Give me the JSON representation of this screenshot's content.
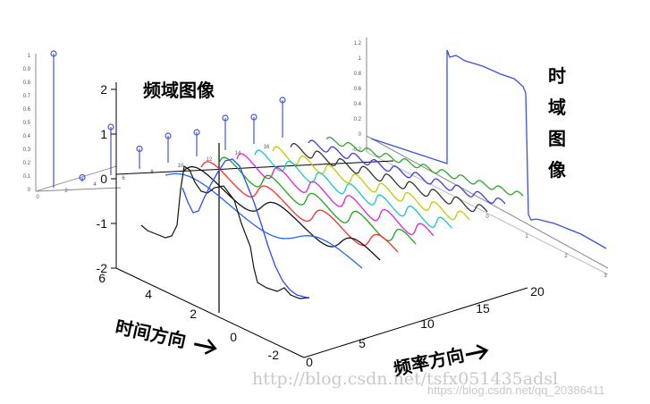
{
  "labels": {
    "freq_domain": "频域图像",
    "time_domain_chars": [
      "时",
      "域",
      "图",
      "像"
    ],
    "time_axis": "时间方向",
    "freq_axis": "频率方向"
  },
  "axes": {
    "z_ticks": [
      "2",
      "1",
      "0",
      "-1",
      "-2"
    ],
    "time_ticks": [
      "6",
      "4",
      "2",
      "0",
      "-2"
    ],
    "freq_ticks": [
      "0",
      "5",
      "10",
      "15",
      "20"
    ],
    "inset_left_y": [
      "1",
      "0.9",
      "0.8",
      "0.7",
      "0.6",
      "0.5",
      "0.4",
      "0.3",
      "0.2",
      "0.1",
      "0"
    ],
    "inset_left_x": [
      "0",
      "2",
      "4",
      "6",
      "8",
      "10",
      "12",
      "14",
      "16"
    ],
    "inset_right_y": [
      "1.2",
      "1",
      "0.8",
      "0.6",
      "0.4",
      "0.2",
      "0",
      "-0.2"
    ],
    "inset_right_x": [
      "0",
      "1",
      "2",
      "3"
    ]
  },
  "stem_values": [
    1,
    0.03,
    0.36,
    0.15,
    0.2,
    0.18,
    0.24,
    0.2,
    0.28
  ],
  "harmonics": [
    {
      "color": "#2563ff"
    },
    {
      "color": "#111111"
    },
    {
      "color": "#ff2b2b"
    },
    {
      "color": "#1aa51a"
    },
    {
      "color": "#e020e0"
    },
    {
      "color": "#16c8c8"
    },
    {
      "color": "#c8c800"
    },
    {
      "color": "#333333"
    },
    {
      "color": "#3a3af0"
    },
    {
      "color": "#2aa82a"
    }
  ],
  "watermark": {
    "main": "http://blog.csdn.net/tsfx051435adsl",
    "sub": "https://blog.csdn.net/qq_20386411"
  }
}
